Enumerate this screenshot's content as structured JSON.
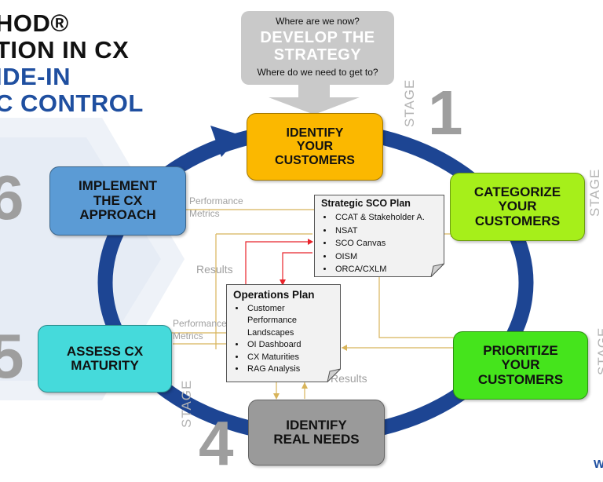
{
  "colors": {
    "ring": "#1d4593",
    "title_black": "#111111",
    "title_blue": "#1f4fa0",
    "gray_box": "#c9c9c9",
    "orange": "#fbb800",
    "lime": "#a6ef1a",
    "green": "#45e41c",
    "gray_dark": "#9a9a9a",
    "cyan": "#45dadb",
    "blue_box": "#5b9bd5",
    "gold_line": "#d8b45a",
    "red_line": "#e8232a"
  },
  "title": {
    "line1": "HOD®",
    "line2": "TION IN CX",
    "line3": "IDE-IN",
    "line4": "C CONTROL"
  },
  "strategy": {
    "question_top": "Where are we now?",
    "heading": "DEVELOP THE STRATEGY",
    "question_bottom": "Where do we need to get to?"
  },
  "stages": {
    "word": "STAGE",
    "s1": "1",
    "s4": "4",
    "s5": "5",
    "s6": "6"
  },
  "boxes": {
    "identify_customers": "IDENTIFY\nYOUR\nCUSTOMERS",
    "categorize": "CATEGORIZE\nYOUR\nCUSTOMERS",
    "prioritize": "PRIORITIZE\nYOUR\nCUSTOMERS",
    "real_needs": "IDENTIFY\nREAL NEEDS",
    "assess": "ASSESS CX\nMATURITY",
    "implement": "IMPLEMENT\nTHE CX\nAPPROACH"
  },
  "labels": {
    "performance_metrics_1": "Performance\nMetrics",
    "performance_metrics_2": "Performance\nMetrics",
    "results_1": "Results",
    "results_2": "Results"
  },
  "sco_plan": {
    "title": "Strategic  SCO Plan",
    "items": [
      "CCAT & Stakeholder A.",
      "NSAT",
      "SCO Canvas",
      "OISM",
      "ORCA/CXLM"
    ]
  },
  "ops_plan": {
    "title": "Operations Plan",
    "items": [
      "Customer Performance Landscapes",
      "OI Dashboard",
      "CX Maturities",
      "RAG Analysis"
    ]
  },
  "corner_text": "W"
}
